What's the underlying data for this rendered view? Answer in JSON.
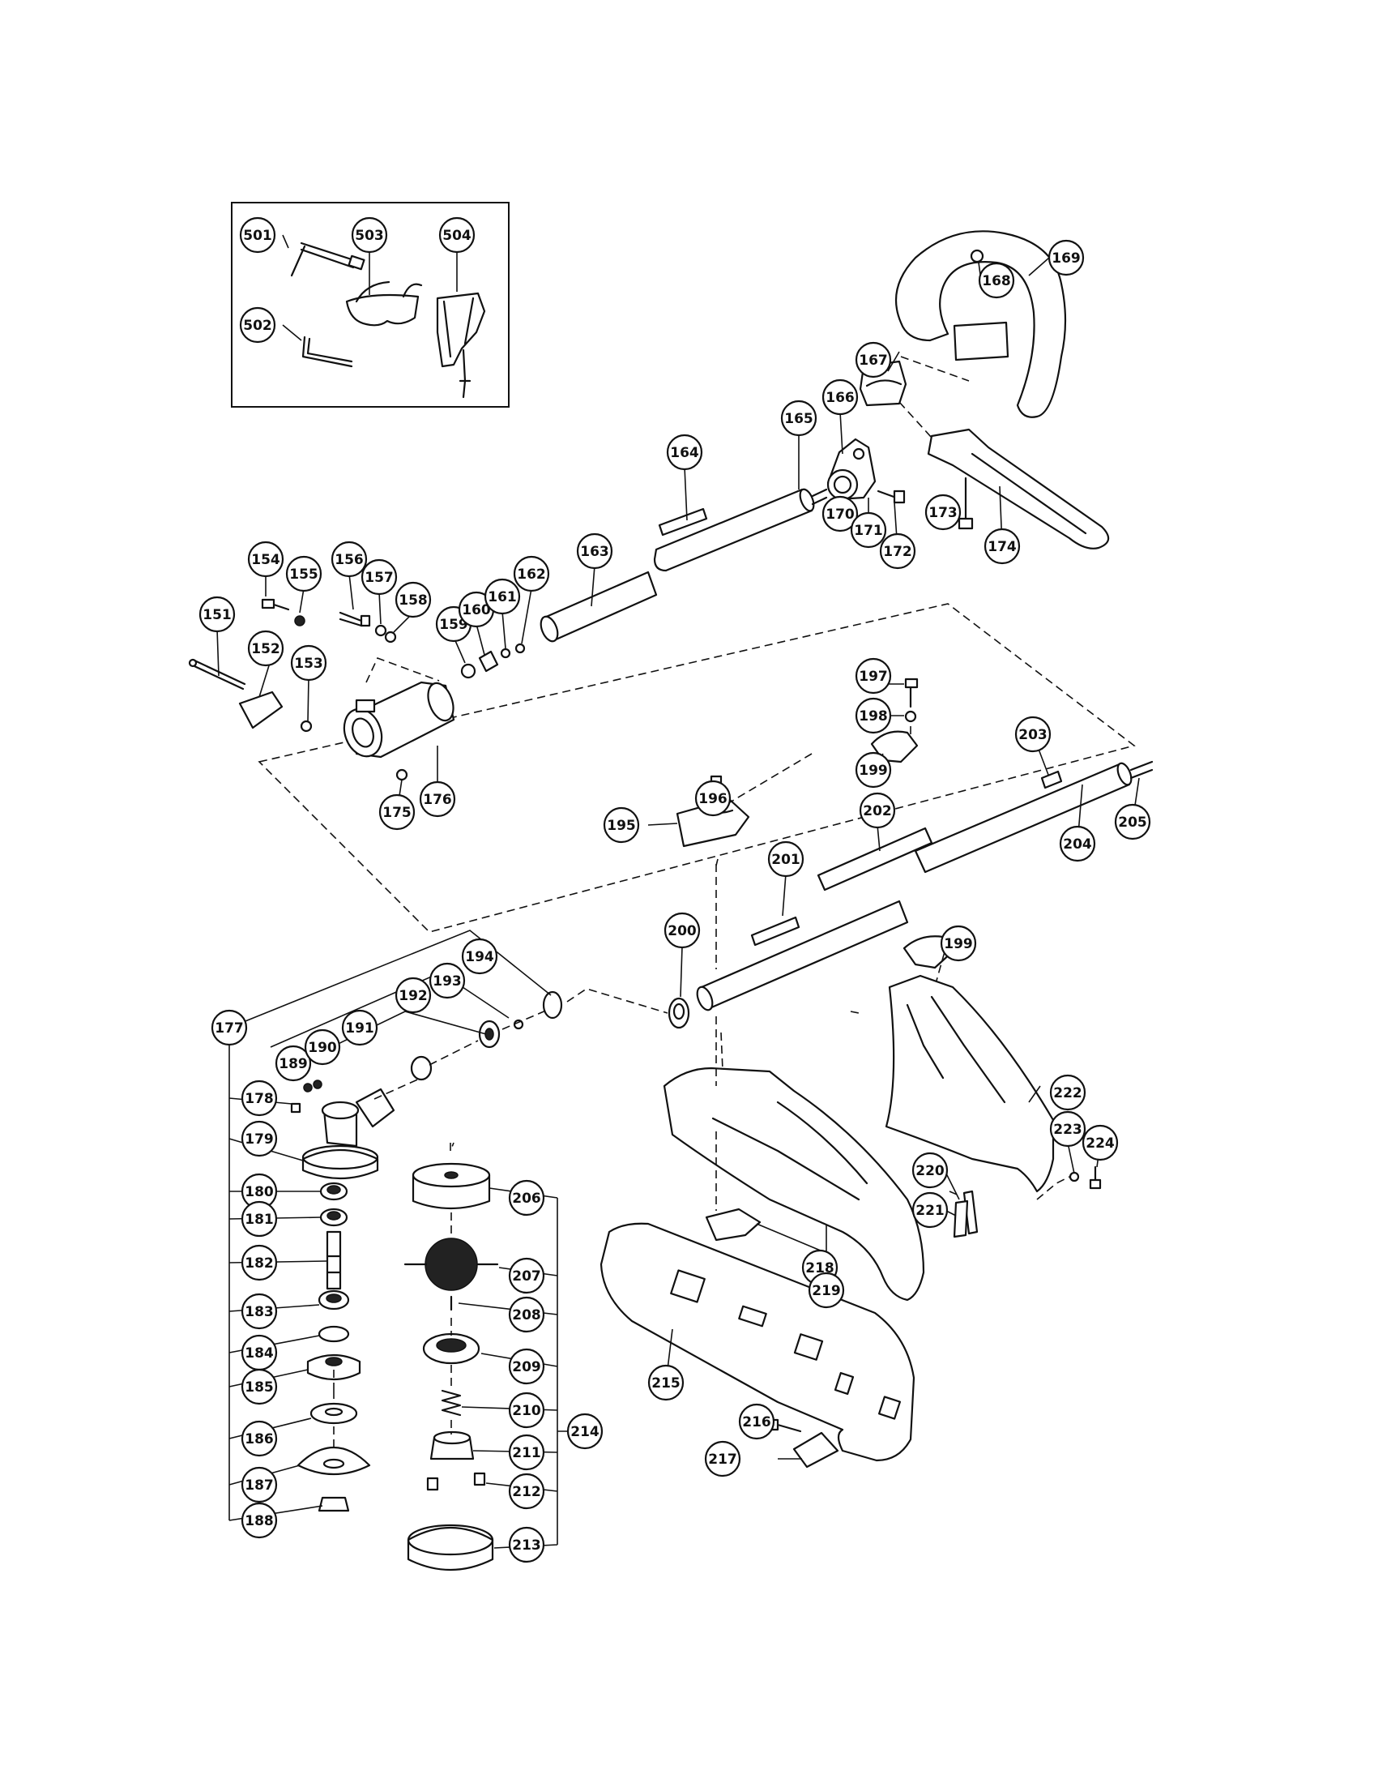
{
  "accessory_callouts": [
    "501",
    "502",
    "503",
    "504"
  ],
  "handle_callouts": [
    "164",
    "165",
    "166",
    "167",
    "168",
    "169",
    "170",
    "171",
    "172",
    "173",
    "174"
  ],
  "throttle_callouts": [
    "151",
    "152",
    "153",
    "154",
    "155",
    "156",
    "157",
    "158",
    "159",
    "160",
    "161",
    "162",
    "163",
    "175",
    "176"
  ],
  "shaft_callouts": [
    "195",
    "196",
    "197",
    "198",
    "199",
    "199",
    "200",
    "201",
    "202",
    "203",
    "204",
    "205"
  ],
  "gear_head_callouts": [
    "177",
    "178",
    "179",
    "180",
    "181",
    "182",
    "183",
    "184",
    "185",
    "186",
    "187",
    "188",
    "189",
    "190",
    "191",
    "192",
    "193",
    "194"
  ],
  "trimmer_head_callouts": [
    "206",
    "207",
    "208",
    "209",
    "210",
    "211",
    "212",
    "213",
    "214"
  ],
  "guard_callouts": [
    "215",
    "216",
    "217",
    "218",
    "219",
    "220",
    "221",
    "222",
    "223",
    "224"
  ]
}
